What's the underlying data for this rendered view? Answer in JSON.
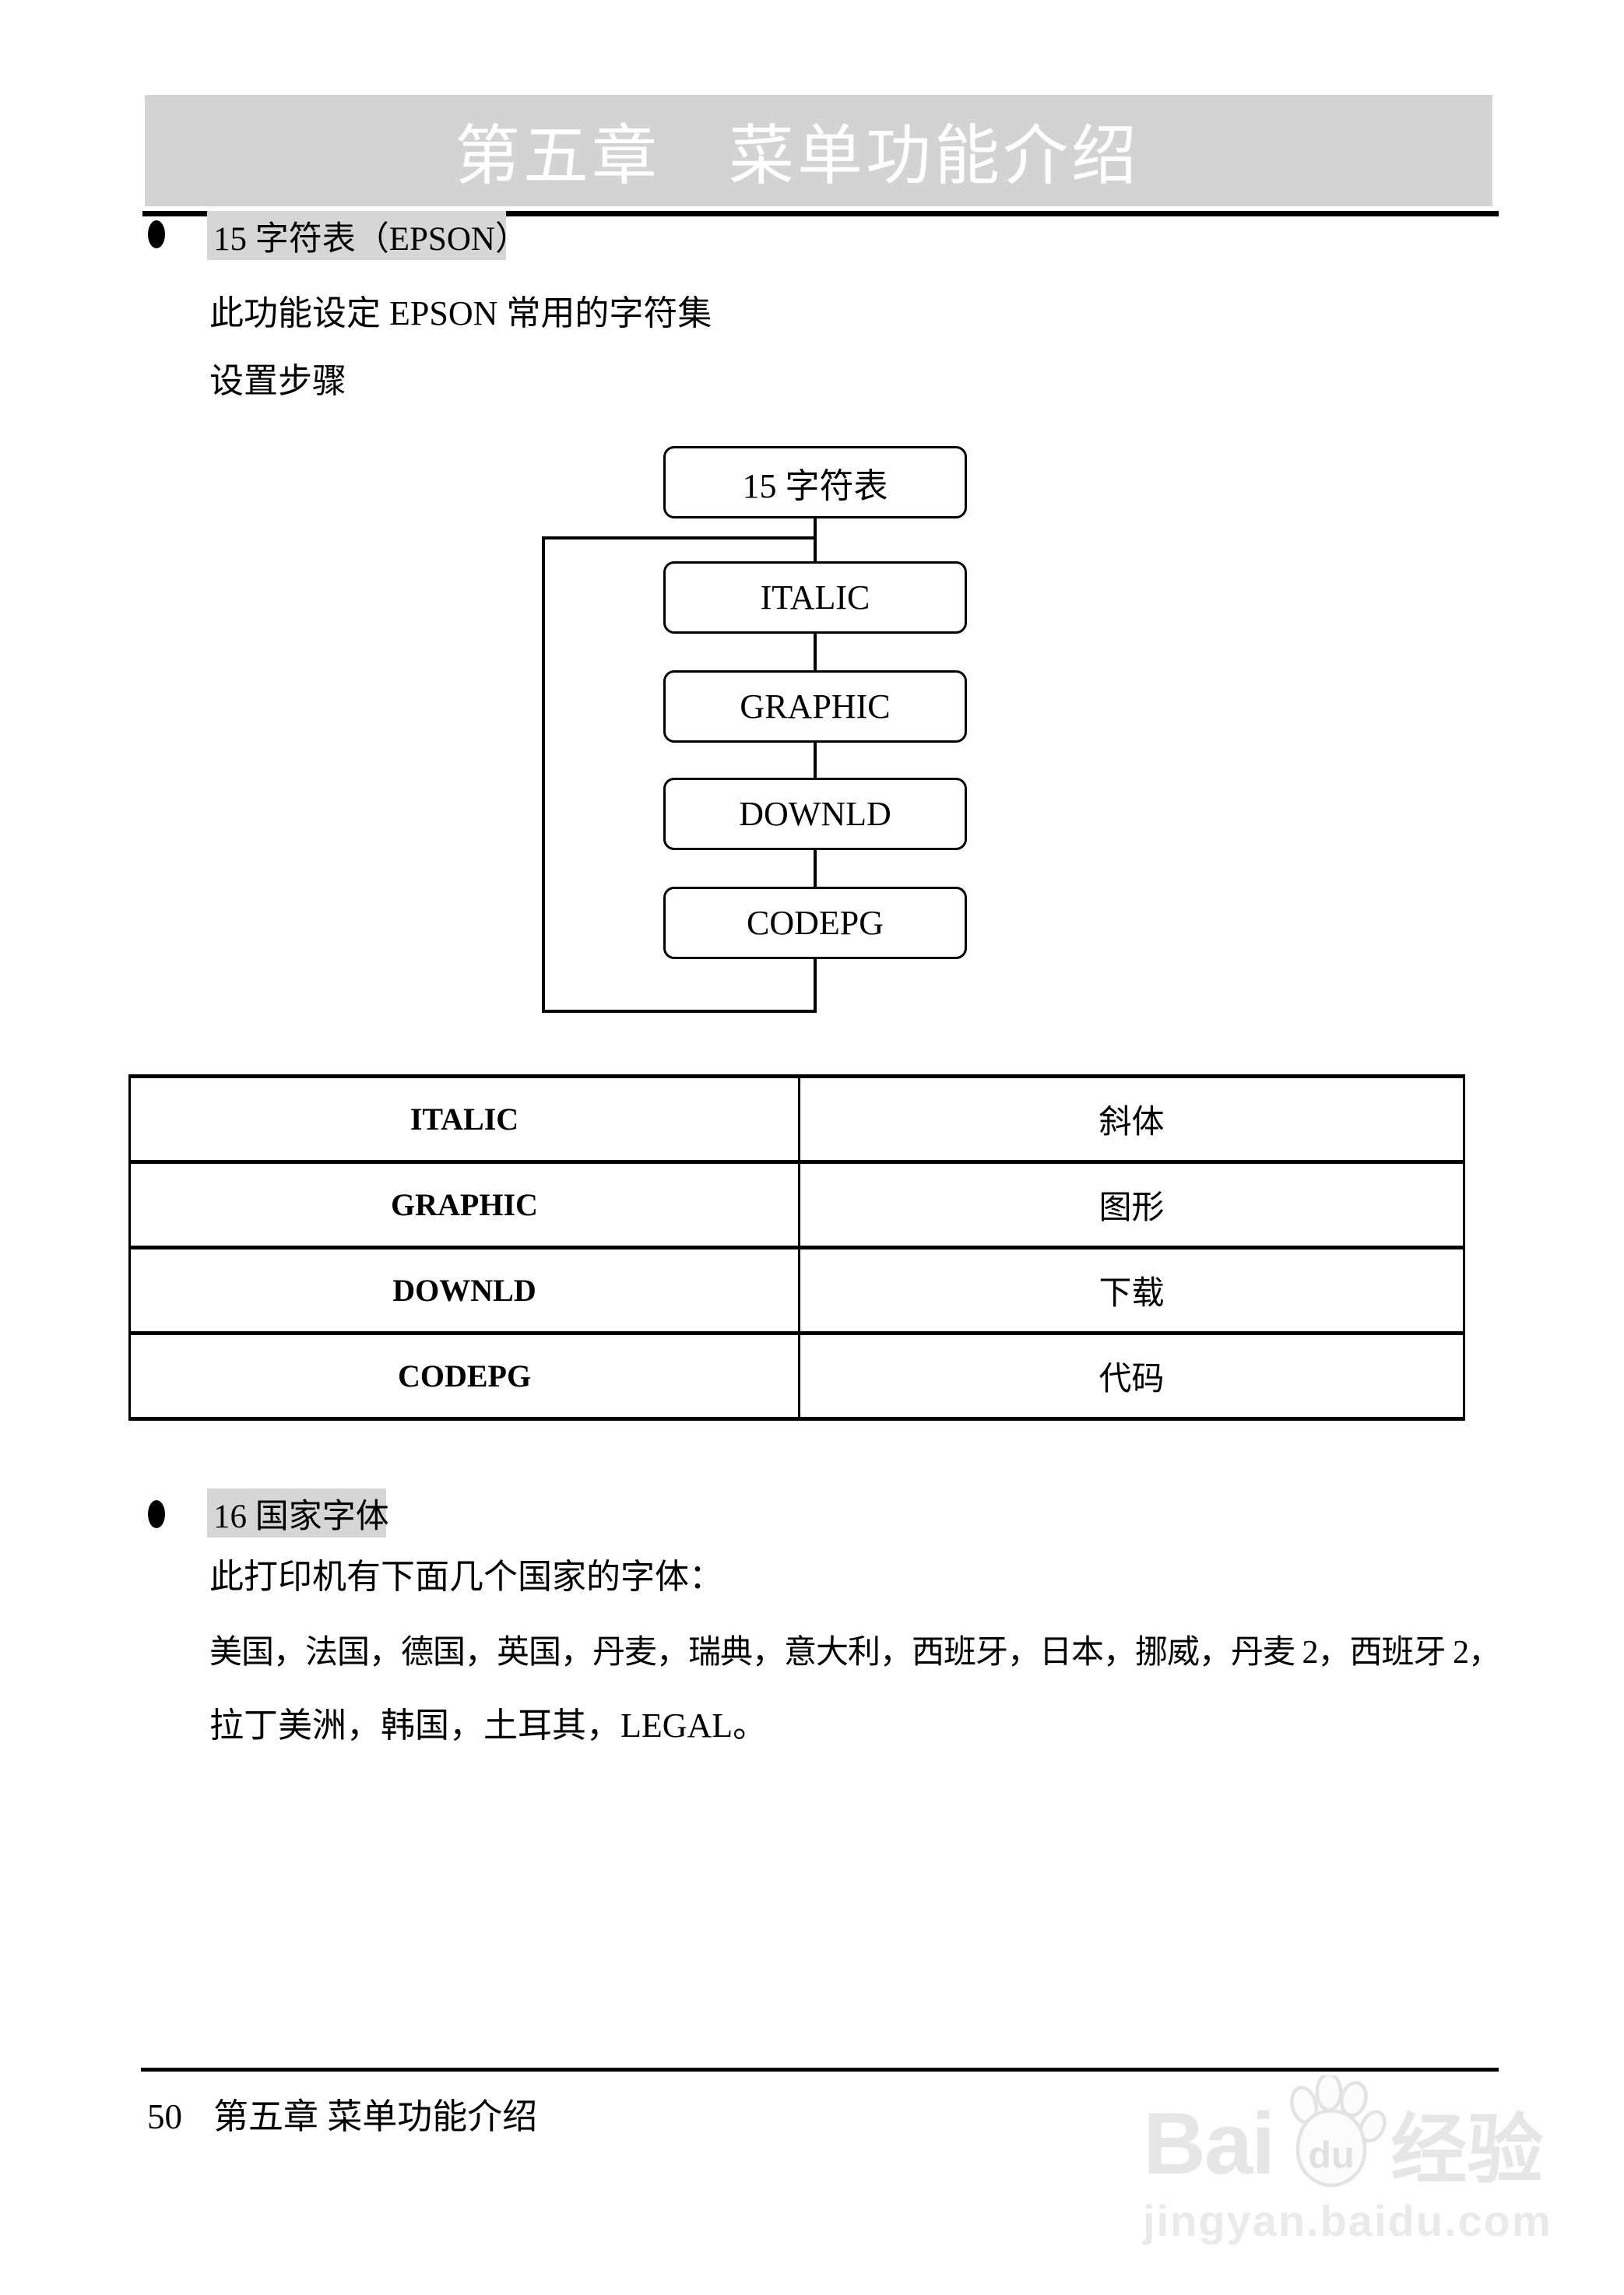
{
  "header": {
    "title": "第五章　菜单功能介绍"
  },
  "section15": {
    "heading": "15 字符表（EPSON）",
    "body1": "此功能设定 EPSON  常用的字符集",
    "body2": "设置步骤"
  },
  "flowchart": {
    "top_label": "15 字符表",
    "nodes": [
      "ITALIC",
      "GRAPHIC",
      "DOWNLD",
      "CODEPG"
    ]
  },
  "table": {
    "rows": [
      {
        "key": "ITALIC",
        "value": "斜体"
      },
      {
        "key": "GRAPHIC",
        "value": "图形"
      },
      {
        "key": "DOWNLD",
        "value": "下载"
      },
      {
        "key": "CODEPG",
        "value": "代码"
      }
    ]
  },
  "section16": {
    "heading": "16 国家字体",
    "body1": "此打印机有下面几个国家的字体：",
    "body2": "美国，法国，德国，英国，丹麦，瑞典，意大利，西班牙，日本，挪威，丹麦 2，西班牙 2，",
    "body3": "拉丁美洲，韩国，土耳其，LEGAL。"
  },
  "footer": {
    "page_number": "50",
    "text": "第五章  菜单功能介绍"
  },
  "watermark": {
    "brand_left": "Bai",
    "brand_right": "du",
    "brand_cn": "经验",
    "url": "jingyan.baidu.com"
  },
  "icons": {
    "bullet": "filled-ellipse",
    "paw": "baidu-paw"
  },
  "colors": {
    "header_bar": "#d3d3d3",
    "heading_highlight": "#d6d6d6",
    "text": "#000000",
    "header_text": "#ffffff",
    "watermark": "#e6e6e6"
  }
}
